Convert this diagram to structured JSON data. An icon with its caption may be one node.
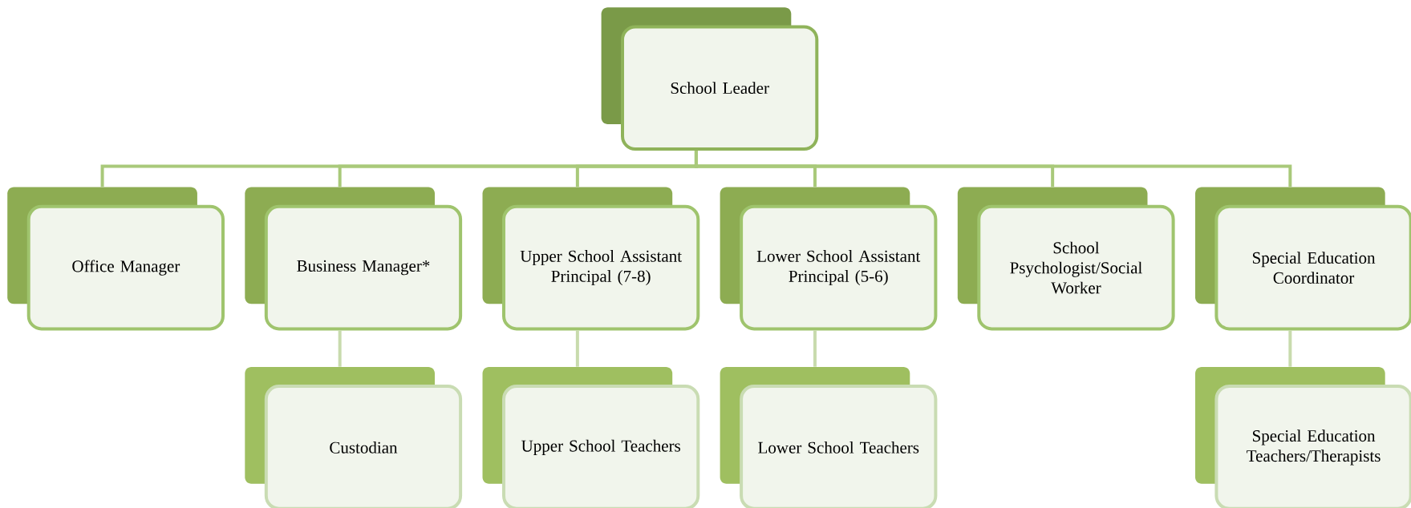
{
  "diagram": {
    "nodes": [
      {
        "text": [
          "School Leader"
        ]
      },
      {
        "text": [
          "Office Manager"
        ]
      },
      {
        "text": [
          "Business Manager*"
        ]
      },
      {
        "text": [
          "Upper School Assistant Principal (7-8)"
        ]
      },
      {
        "text": [
          "Lower School Assistant Principal (5-6)"
        ]
      },
      {
        "text": [
          "School Psychologist/Social Worker"
        ]
      },
      {
        "text": [
          "Special Education Coordinator"
        ]
      },
      {
        "text": [
          "Custodian"
        ]
      },
      {
        "text": [
          "Upper School Teachers"
        ]
      },
      {
        "text": [
          "Lower School Teachers"
        ]
      },
      {
        "text": [
          "Special Education Teachers/Therapists"
        ]
      }
    ],
    "edges": [
      {
        "from": 0,
        "to": 1,
        "arrow": "none"
      },
      {
        "from": 0,
        "to": 2,
        "arrow": "none"
      },
      {
        "from": 0,
        "to": 3,
        "arrow": "none"
      },
      {
        "from": 0,
        "to": 4,
        "arrow": "none"
      },
      {
        "from": 0,
        "to": 5,
        "arrow": "none"
      },
      {
        "from": 0,
        "to": 6,
        "arrow": "none"
      },
      {
        "from": 2,
        "to": 7,
        "arrow": "none",
        "color": "#c8dbad"
      },
      {
        "from": 3,
        "to": 8,
        "arrow": "none",
        "color": "#c8dbad"
      },
      {
        "from": 4,
        "to": 9,
        "arrow": "none",
        "color": "#c8dbad"
      },
      {
        "from": 6,
        "to": 10,
        "arrow": "none",
        "color": "#c8dbad"
      }
    ]
  }
}
